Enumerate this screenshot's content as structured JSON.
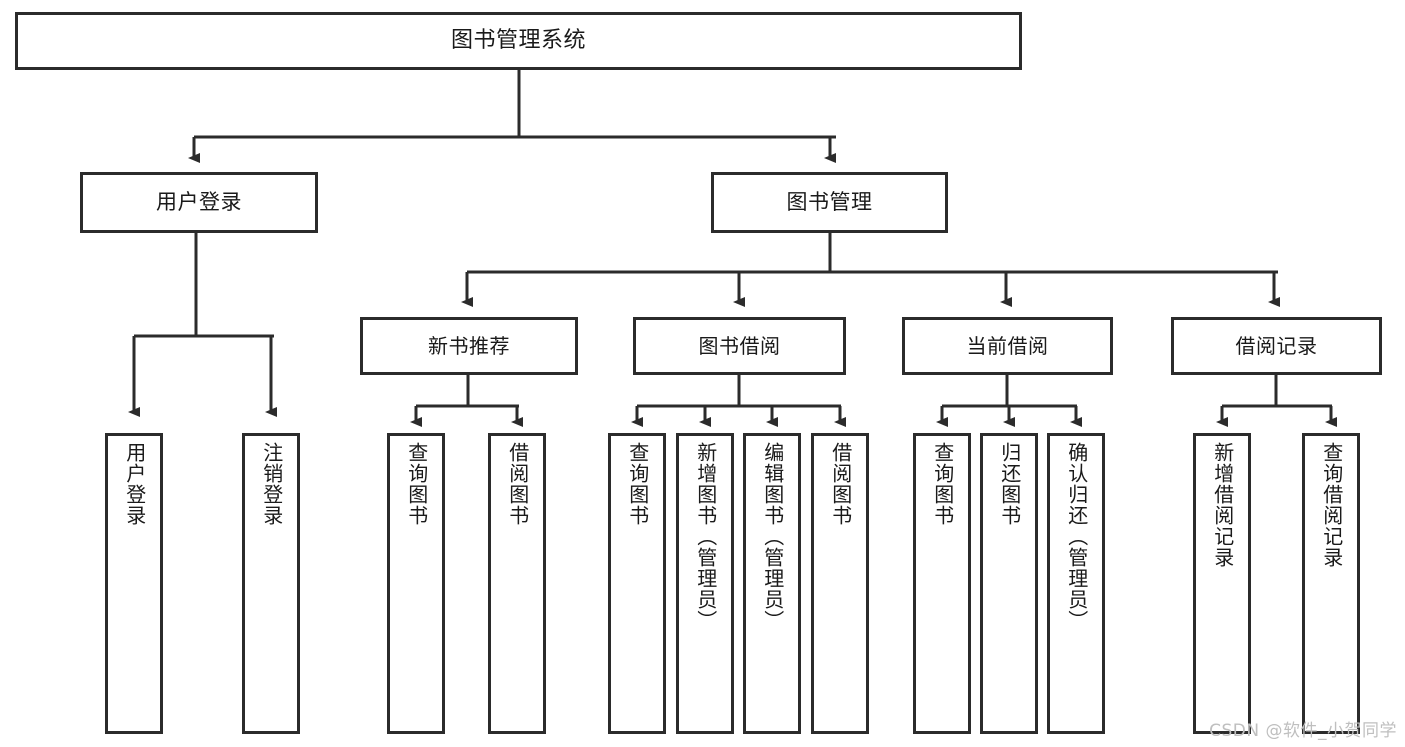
{
  "diagram": {
    "type": "tree",
    "title": "图书管理系统",
    "colors": {
      "box_border": "#2b2b2b",
      "box_fill": "#ffffff",
      "connector": "#2b2b2b",
      "text": "#1a1a1a",
      "watermark": "#bfbfbf"
    },
    "root": {
      "id": "root",
      "label": "图书管理系统"
    },
    "level1": [
      {
        "id": "user-login",
        "label": "用户登录"
      },
      {
        "id": "book-manage",
        "label": "图书管理"
      }
    ],
    "level2": [
      {
        "id": "new-book-recommend",
        "label": "新书推荐",
        "parent": "book-manage"
      },
      {
        "id": "book-borrow",
        "label": "图书借阅",
        "parent": "book-manage"
      },
      {
        "id": "current-borrow",
        "label": "当前借阅",
        "parent": "book-manage"
      },
      {
        "id": "borrow-record",
        "label": "借阅记录",
        "parent": "book-manage"
      }
    ],
    "leaves": {
      "user_login": [
        {
          "id": "leaf-user-login",
          "label": "用户登录"
        },
        {
          "id": "leaf-logout",
          "label": "注销登录"
        }
      ],
      "new_book_recommend": [
        {
          "id": "leaf-query-book-1",
          "label": "查询图书"
        },
        {
          "id": "leaf-borrow-book-1",
          "label": "借阅图书"
        }
      ],
      "book_borrow": [
        {
          "id": "leaf-query-book-2",
          "label": "查询图书"
        },
        {
          "id": "leaf-add-book",
          "label": "新增图书（管理员）"
        },
        {
          "id": "leaf-edit-book",
          "label": "编辑图书（管理员）"
        },
        {
          "id": "leaf-borrow-book-2",
          "label": "借阅图书"
        }
      ],
      "current_borrow": [
        {
          "id": "leaf-query-book-3",
          "label": "查询图书"
        },
        {
          "id": "leaf-return-book",
          "label": "归还图书"
        },
        {
          "id": "leaf-confirm-return",
          "label": "确认归还（管理员）"
        }
      ],
      "borrow_record": [
        {
          "id": "leaf-add-record",
          "label": "新增借阅记录"
        },
        {
          "id": "leaf-query-record",
          "label": "查询借阅记录"
        }
      ]
    }
  },
  "watermark": {
    "text": "CSDN @软件_小贺同学"
  }
}
